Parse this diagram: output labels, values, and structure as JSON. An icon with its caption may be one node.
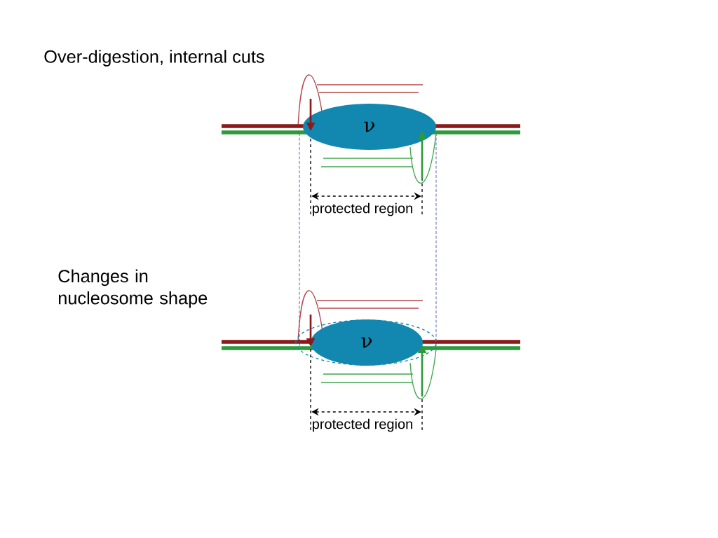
{
  "diagram": {
    "nodes": [
      {
        "text": [
          "ν"
        ]
      },
      {
        "text": [
          "ν"
        ]
      }
    ],
    "labels": [
      "Over-digestion, internal cuts",
      "protected region",
      "Changes in nucleosome shape",
      "protected region"
    ]
  }
}
